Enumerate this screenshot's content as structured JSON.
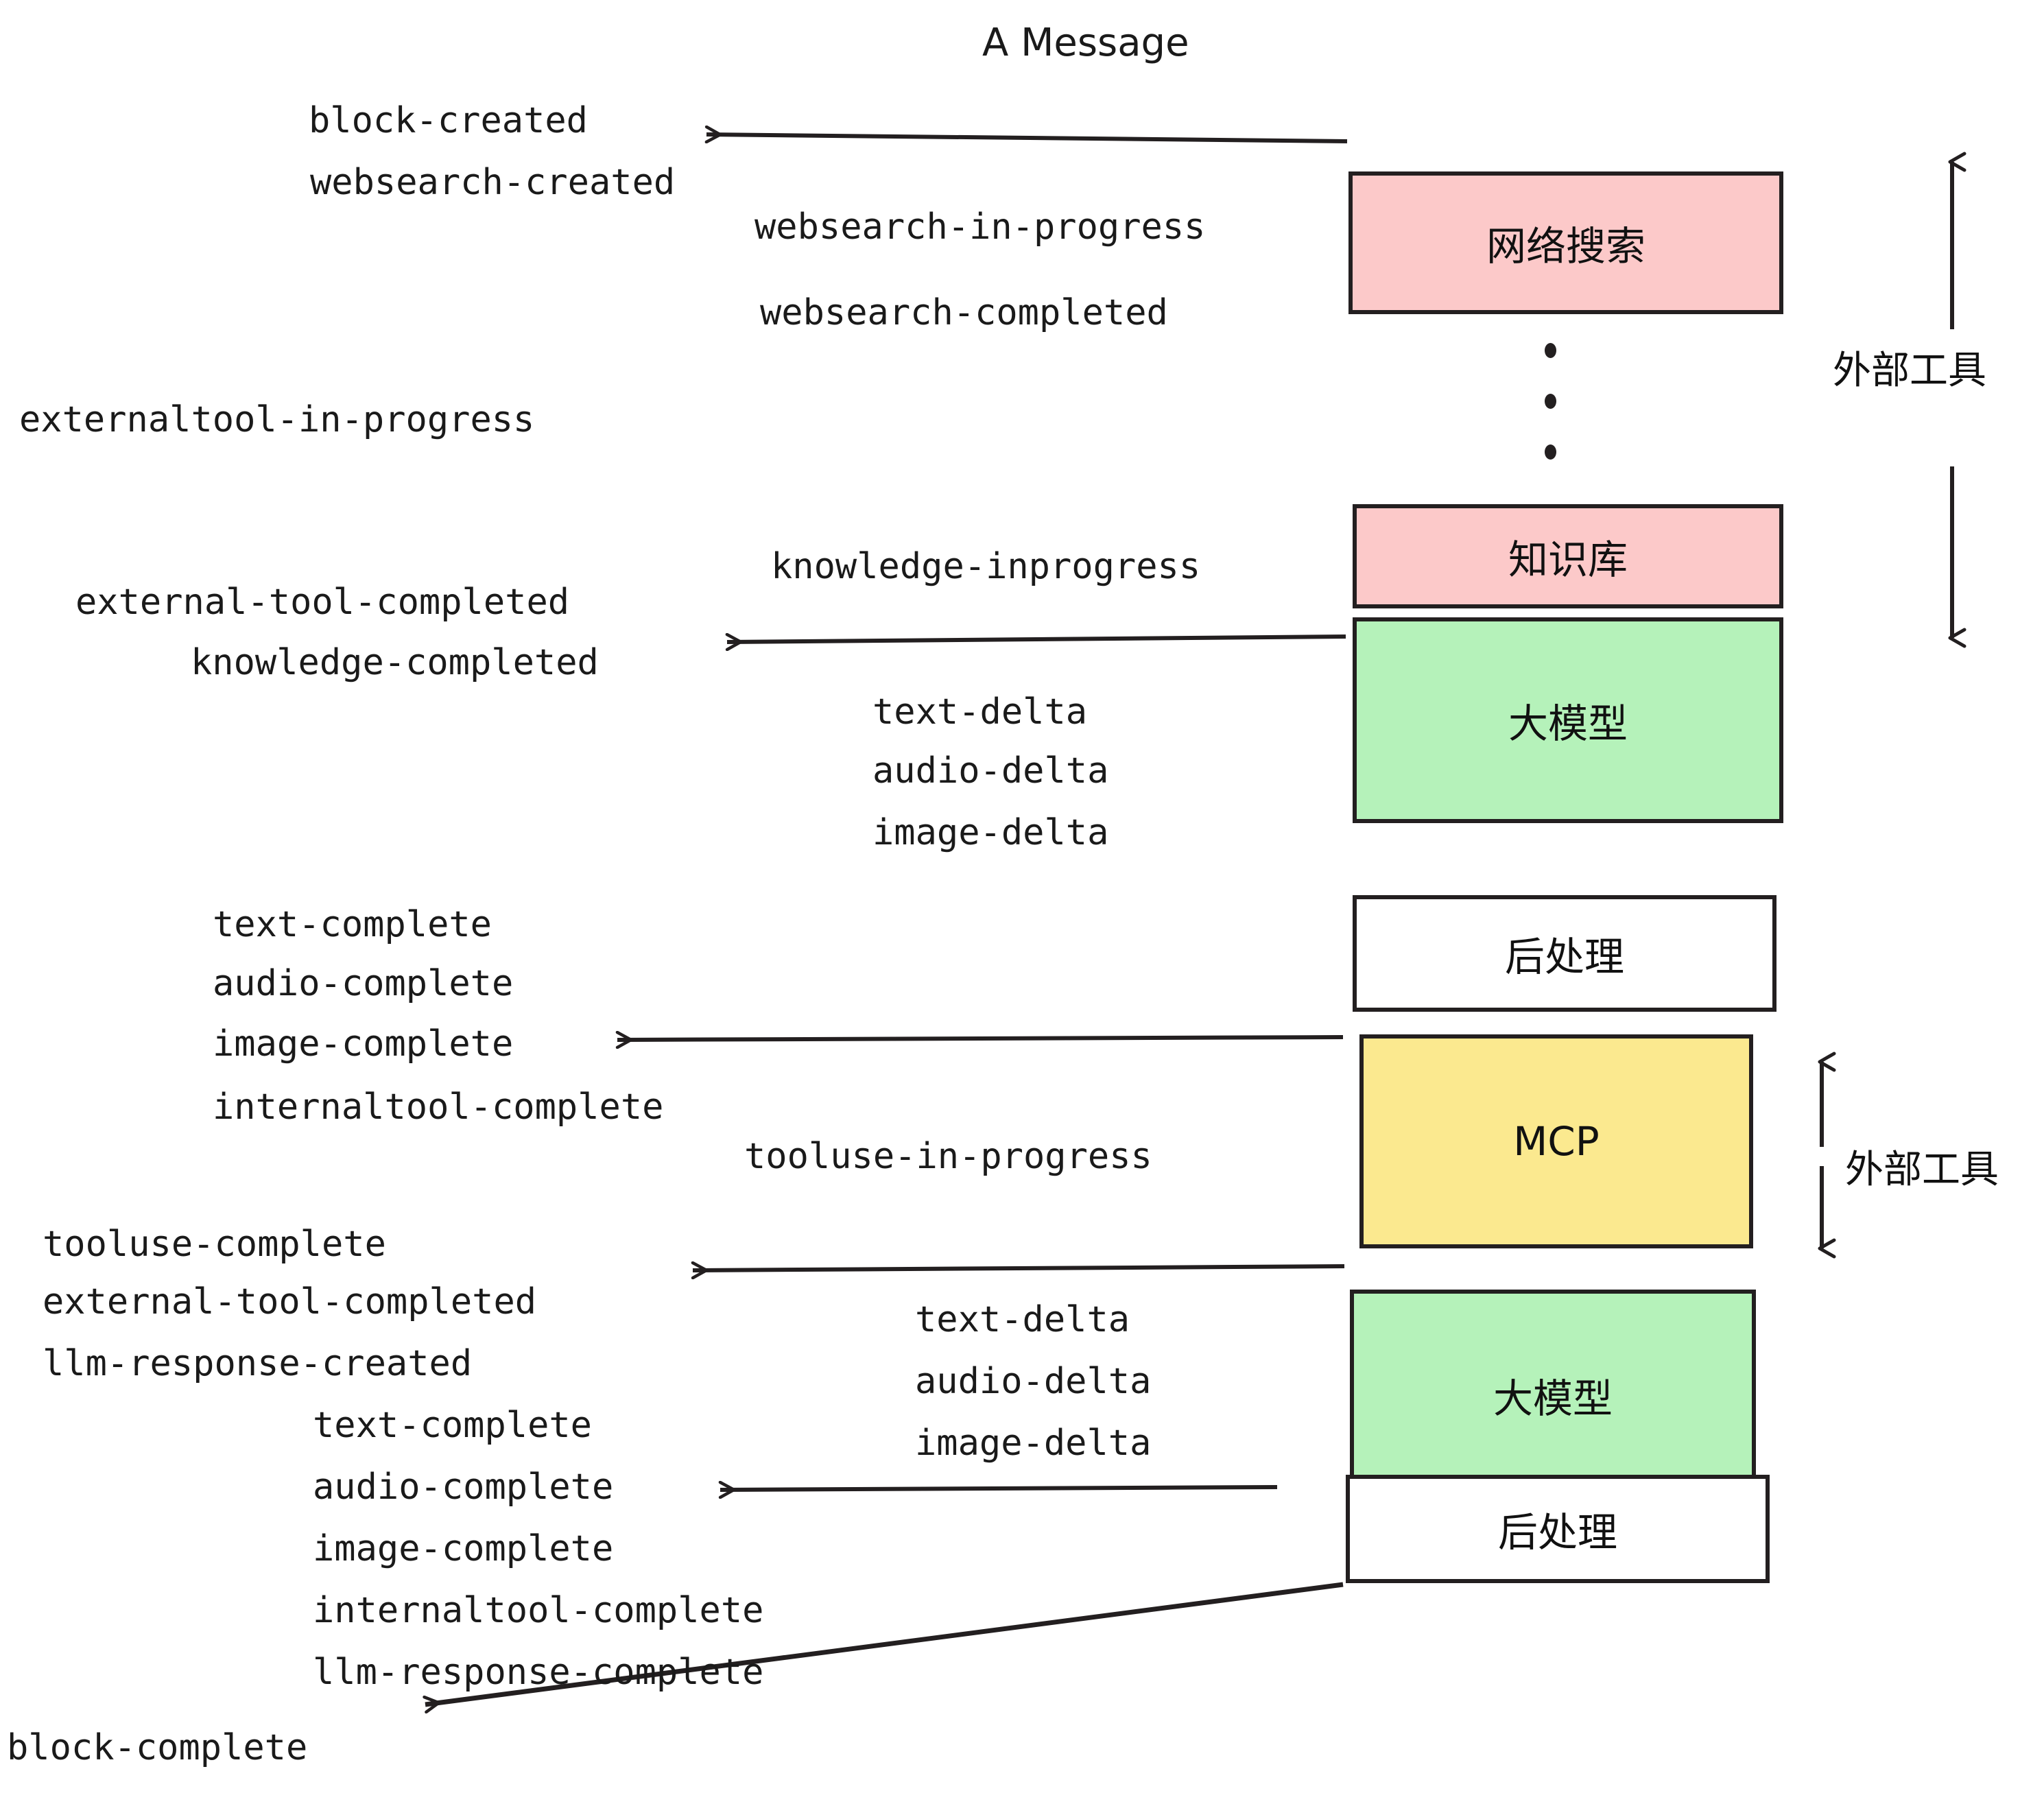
{
  "title": "A Message",
  "colors": {
    "pink": "#fcc9c9",
    "green": "#b5f2ba",
    "yellow": "#fbe98f",
    "white": "#ffffff",
    "stroke": "#231f20",
    "text": "#1a1a1a"
  },
  "nodes": [
    {
      "id": "websearch",
      "label": "网络搜索",
      "fill": "pink"
    },
    {
      "id": "knowledge",
      "label": "知识库",
      "fill": "pink"
    },
    {
      "id": "llm1",
      "label": "大模型",
      "fill": "green"
    },
    {
      "id": "post1",
      "label": "后处理",
      "fill": "white"
    },
    {
      "id": "mcp",
      "label": "MCP",
      "fill": "yellow"
    },
    {
      "id": "llm2",
      "label": "大模型",
      "fill": "green"
    },
    {
      "id": "post2",
      "label": "后处理",
      "fill": "white"
    }
  ],
  "side_labels": [
    {
      "id": "external-tool-top",
      "label": "外部工具"
    },
    {
      "id": "external-tool-bottom",
      "label": "外部工具"
    }
  ],
  "events": {
    "block_created": "block-created",
    "websearch_created": "websearch-created",
    "websearch_in_progress": "websearch-in-progress",
    "websearch_completed": "websearch-completed",
    "externaltool_in_progress": "externaltool-in-progress",
    "knowledge_inprogress": "knowledge-inprogress",
    "external_tool_completed_1": "external-tool-completed",
    "knowledge_completed": "knowledge-completed",
    "text_delta_1": "text-delta",
    "audio_delta_1": "audio-delta",
    "image_delta_1": "image-delta",
    "text_complete_1": "text-complete",
    "audio_complete_1": "audio-complete",
    "image_complete_1": "image-complete",
    "internaltool_complete_1": "internaltool-complete",
    "tooluse_in_progress": "tooluse-in-progress",
    "tooluse_complete": "tooluse-complete",
    "external_tool_completed_2": "external-tool-completed",
    "llm_response_created": "llm-response-created",
    "text_delta_2": "text-delta",
    "audio_delta_2": "audio-delta",
    "image_delta_2": "image-delta",
    "text_complete_2": "text-complete",
    "audio_complete_2": "audio-complete",
    "image_complete_2": "image-complete",
    "internaltool_complete_2": "internaltool-complete",
    "llm_response_complete": "llm-response-complete",
    "block_complete": "block-complete"
  }
}
